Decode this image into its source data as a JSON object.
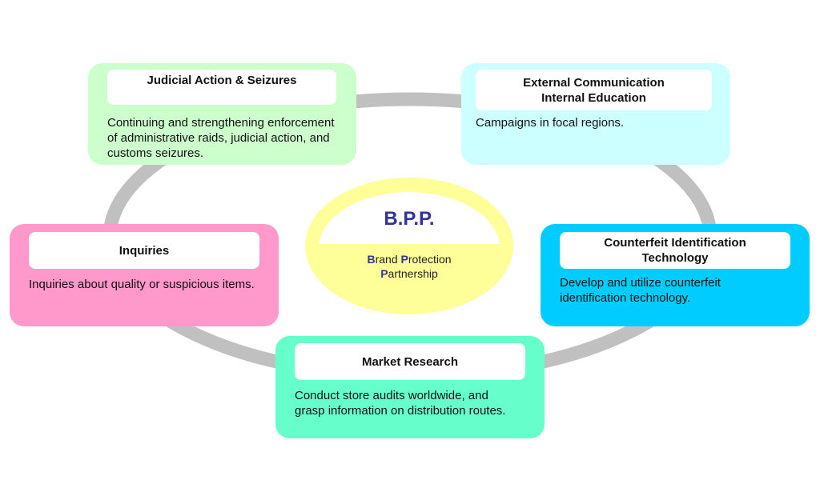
{
  "colors": {
    "ring": "#c0c0c0",
    "judicial_bg": "#ccffcc",
    "external_bg": "#ccffff",
    "inquiries_bg": "#ff99cc",
    "counterfeit_bg": "#00ccff",
    "market_bg": "#66ffcc",
    "center_fill": "#ffff99",
    "center_title": "#333399"
  },
  "center": {
    "title": "B.P.P.",
    "line1": [
      {
        "initial": "B",
        "rest": "rand "
      },
      {
        "initial": "P",
        "rest": "rotection"
      }
    ],
    "line2": [
      {
        "initial": "P",
        "rest": "artnership"
      }
    ]
  },
  "cards": {
    "judicial": {
      "title_lines": [
        "Judicial Action & Seizures"
      ],
      "body_lines": [
        "Continuing and strengthening enforcement",
        "of administrative raids, judicial action, and",
        "customs seizures."
      ]
    },
    "external": {
      "title_lines": [
        "External Communication",
        "Internal Education"
      ],
      "body_lines": [
        "Campaigns in focal regions."
      ]
    },
    "inquiries": {
      "title_lines": [
        "Inquiries"
      ],
      "body_lines": [
        "Inquiries about quality or suspicious items."
      ]
    },
    "counterfeit": {
      "title_lines": [
        "Counterfeit Identification",
        "Technology"
      ],
      "body_lines": [
        "Develop and utilize counterfeit",
        "identification technology."
      ]
    },
    "market": {
      "title_lines": [
        "Market Research"
      ],
      "body_lines": [
        "Conduct store audits worldwide, and",
        "grasp information on distribution routes."
      ]
    }
  }
}
